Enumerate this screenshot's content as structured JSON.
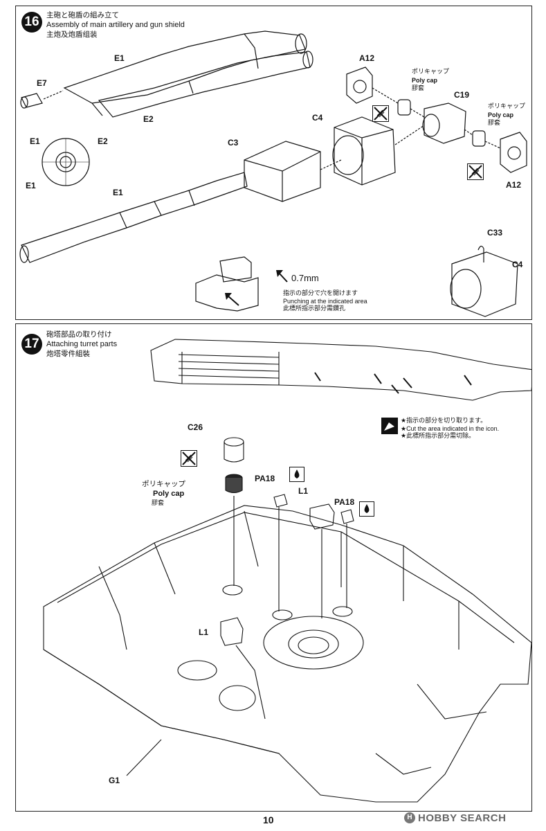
{
  "step16": {
    "number": "16",
    "title_jp": "主砲と砲盾の組み立て",
    "title_en": "Assembly of main artillery and gun shield",
    "title_cn": "主炮及炮盾组装",
    "parts": {
      "e1a": "E1",
      "e7": "E7",
      "e2a": "E2",
      "e1b": "E1",
      "e2b": "E2",
      "e1c": "E1",
      "e1d": "E1",
      "c3": "C3",
      "c4a": "C4",
      "a12a": "A12",
      "c19": "C19",
      "a12b": "A12",
      "c33": "C33",
      "c4b": "C4"
    },
    "polycap_a": {
      "jp": "ポリキャップ",
      "en": "Poly cap",
      "cn": "膠套"
    },
    "polycap_b": {
      "jp": "ポリキャップ",
      "en": "Poly cap",
      "cn": "膠套"
    },
    "drill_size": "0.7mm",
    "drill_note_jp": "指示の部分で穴を開けます",
    "drill_note_en": "Punching at the indicated area",
    "drill_note_cn": "此標所指示部分需鑽孔"
  },
  "step17": {
    "number": "17",
    "title_jp": "砲塔部品の取り付け",
    "title_en": "Attaching turret parts",
    "title_cn": "炮塔零件組裝",
    "cut_note_jp": "★指示の部分を切り取ります。",
    "cut_note_en": "★Cut the area indicated in the icon.",
    "cut_note_cn": "★此標所指示部分需切除。",
    "parts": {
      "c26": "C26",
      "pa18a": "PA18",
      "l1a": "L1",
      "pa18b": "PA18",
      "l1b": "L1",
      "g1": "G1"
    },
    "polycap": {
      "jp": "ポリキャップ",
      "en": "Poly cap",
      "cn": "膠套"
    }
  },
  "page_number": "10",
  "watermark": "HOBBY SEARCH",
  "icons": [
    "no-glue-icon",
    "cement-icon",
    "cut-icon",
    "drill-arrow-icon"
  ]
}
